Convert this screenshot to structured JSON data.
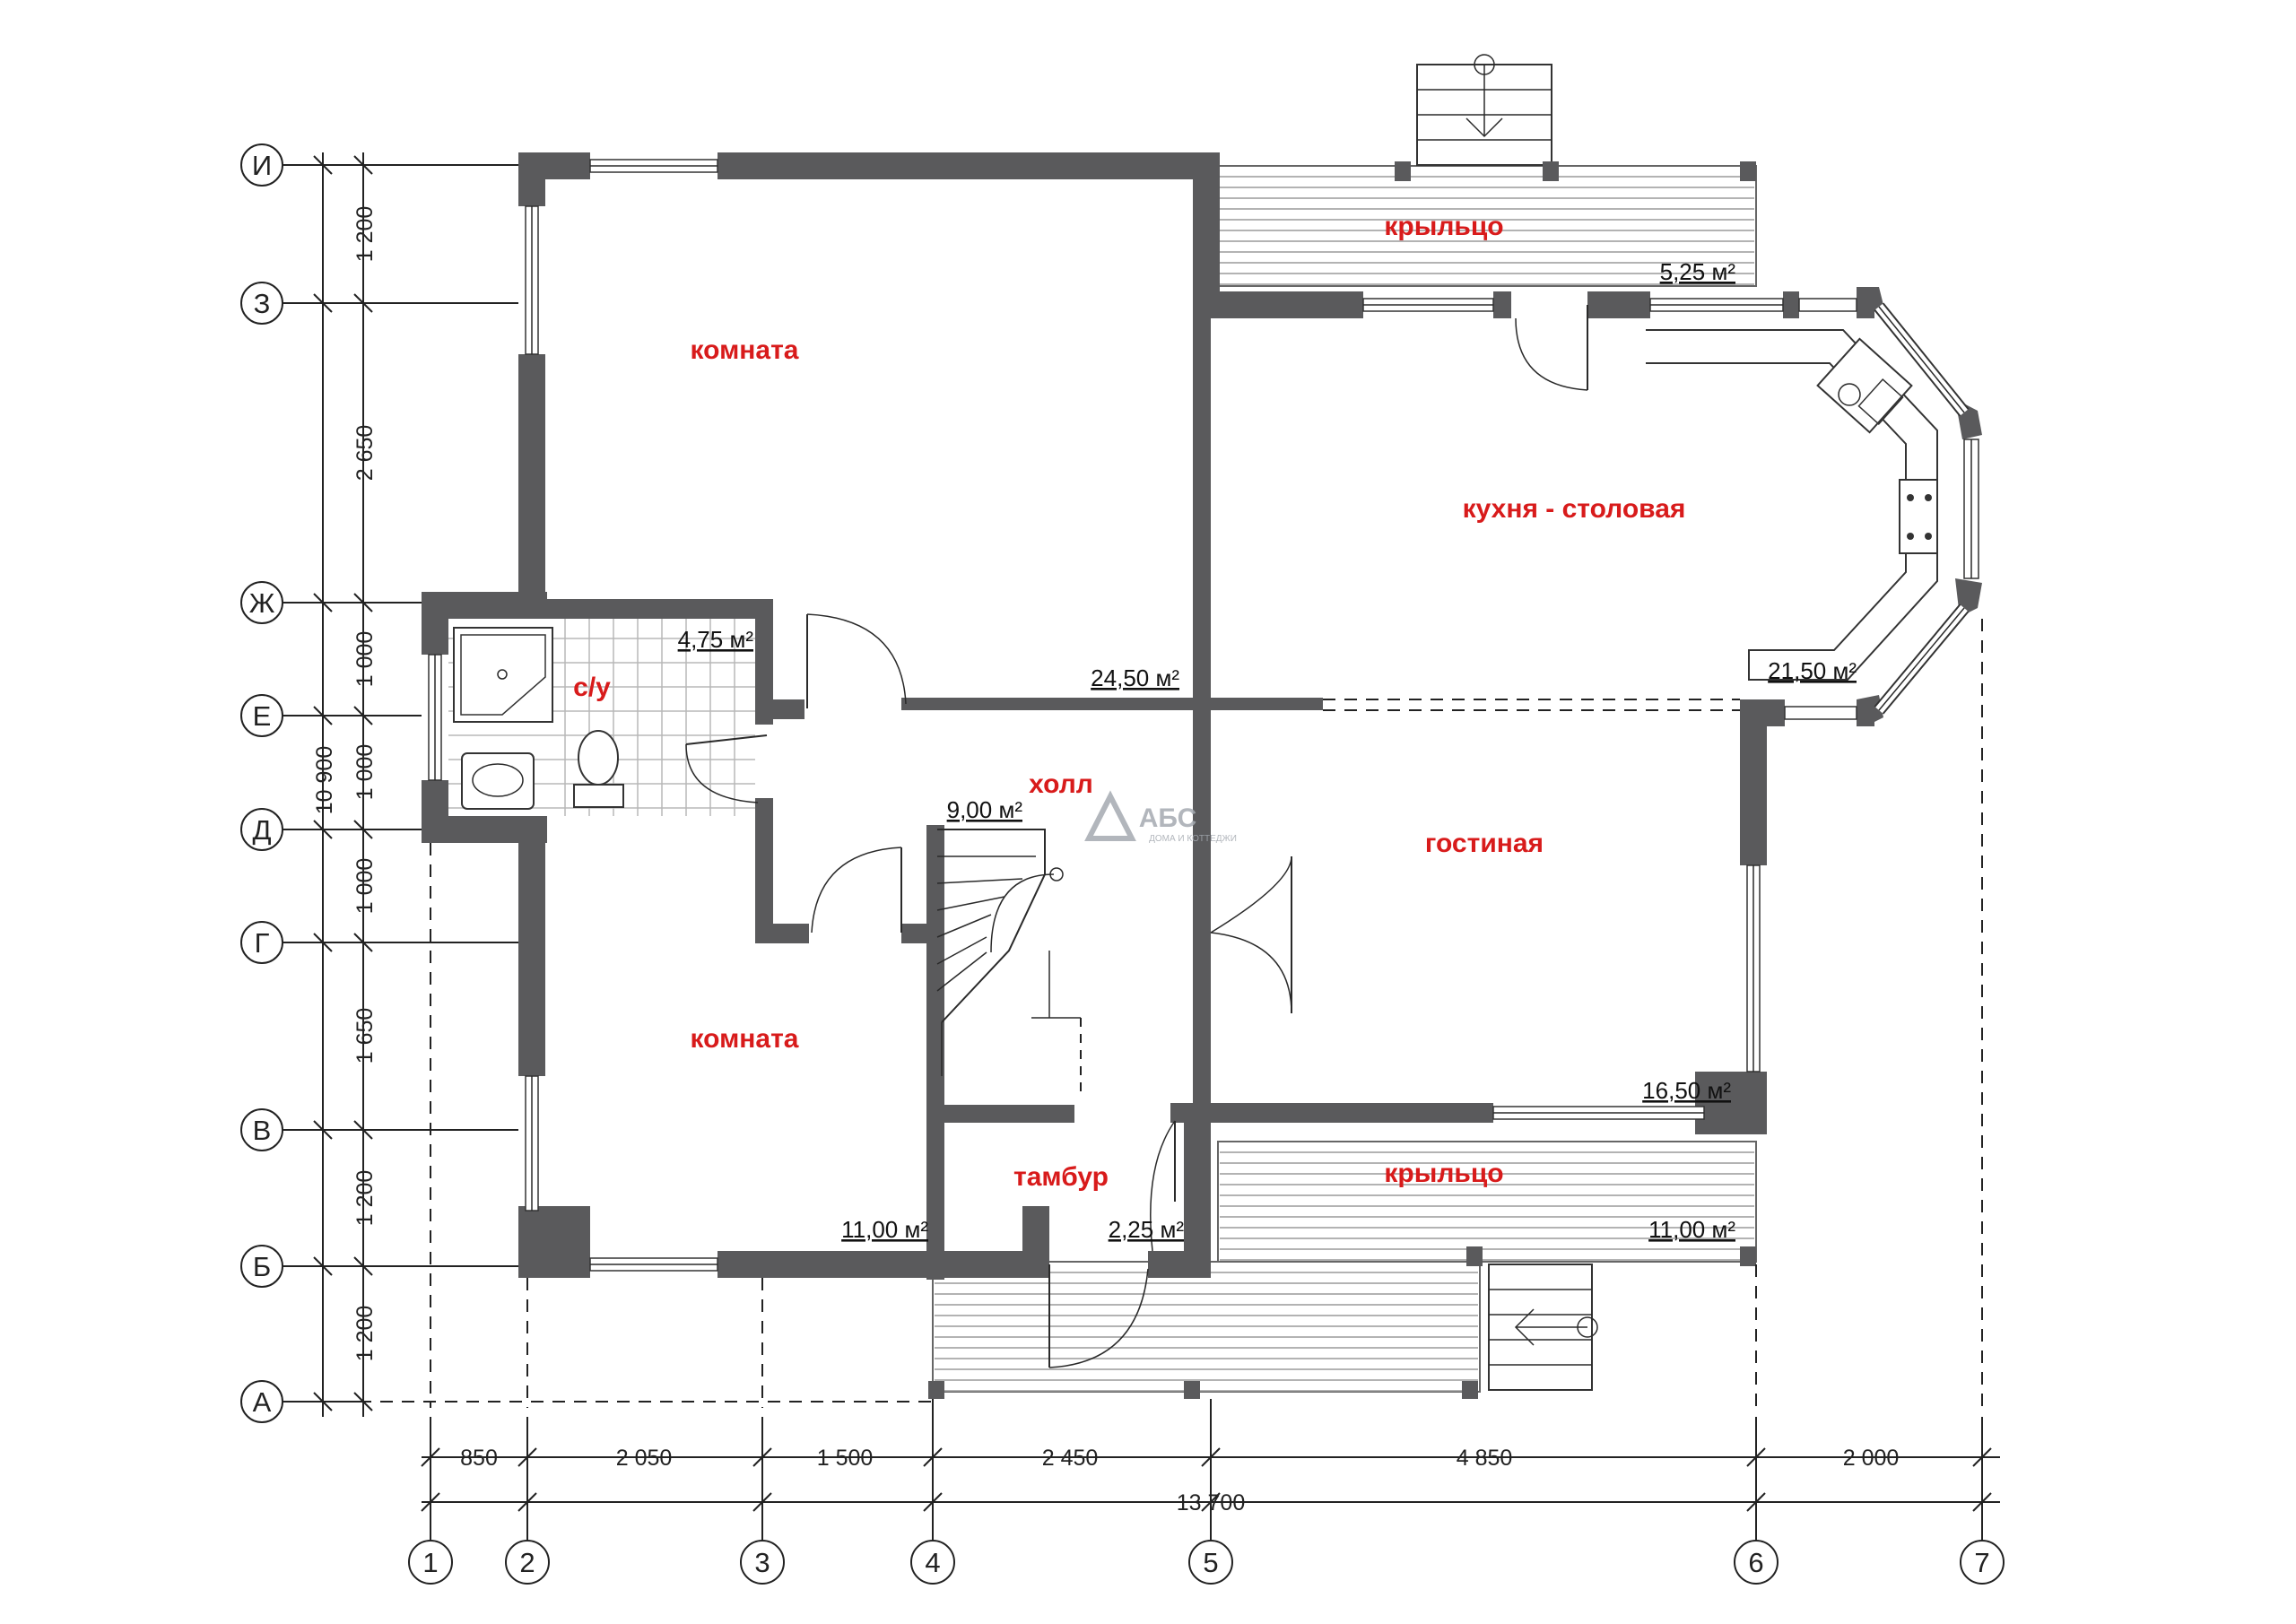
{
  "rooms": {
    "room_top": "комната",
    "room_bottom": "комната",
    "bathroom": "с/у",
    "hall": "холл",
    "vestibule": "тамбур",
    "kitchen_dining": "кухня - столовая",
    "living": "гостиная",
    "porch_top": "крыльцо",
    "porch_bottom": "крыльцо"
  },
  "areas": {
    "room_top": "24,50 м²",
    "room_bottom": "11,00 м²",
    "bathroom": "4,75 м²",
    "hall": "9,00 м²",
    "vestibule": "2,25 м²",
    "kitchen_dining": "21,50 м²",
    "living": "16,50 м²",
    "porch_top": "5,25 м²",
    "porch_bottom": "11,00 м²"
  },
  "axes_letters": [
    "И",
    "З",
    "Ж",
    "Е",
    "Д",
    "Г",
    "В",
    "Б",
    "А"
  ],
  "axes_numbers": [
    "1",
    "2",
    "3",
    "4",
    "5",
    "6",
    "7"
  ],
  "dims_vertical": [
    "1 200",
    "2 650",
    "1 000",
    "1 000",
    "1 000",
    "1 650",
    "1 200",
    "1 200"
  ],
  "dim_vertical_total": "10 900",
  "dims_horizontal": [
    "850",
    "2 050",
    "1 500",
    "2 450",
    "4 850",
    "2 000"
  ],
  "dim_horizontal_total": "13 700",
  "logo": {
    "mark": "АБС",
    "tagline": "ДОМА И КОТТЕДЖИ"
  },
  "colors": {
    "wall": "#5a5a5c",
    "room_label": "#d81b1b"
  }
}
